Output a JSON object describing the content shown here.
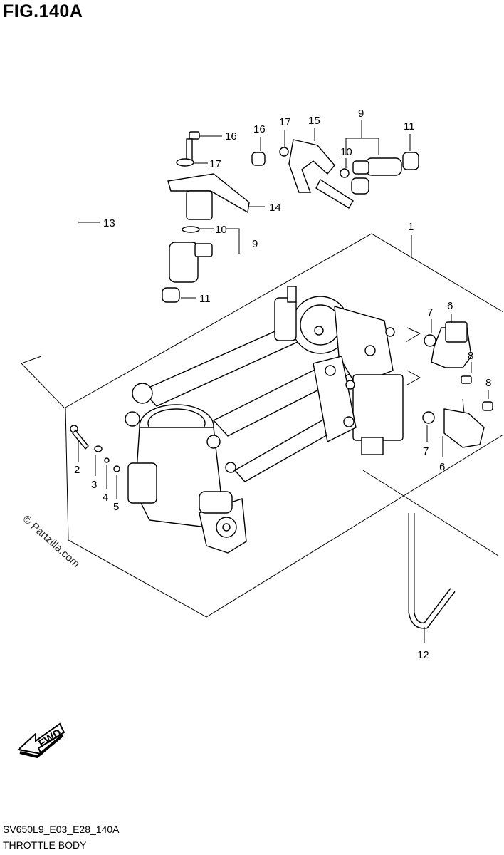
{
  "figure": {
    "title": "FIG.140A",
    "code": "SV650L9_E03_E28_140A",
    "name": "THROTTLE BODY",
    "watermark": "© Partzilla.com",
    "fwd_label": "FWD"
  },
  "callouts": {
    "p1": "1",
    "p2": "2",
    "p3": "3",
    "p4": "4",
    "p5": "5",
    "p6a": "6",
    "p6b": "6",
    "p7a": "7",
    "p7b": "7",
    "p8a": "8",
    "p8b": "8",
    "p9a": "9",
    "p9b": "9",
    "p10a": "10",
    "p10b": "10",
    "p11a": "11",
    "p11b": "11",
    "p12": "12",
    "p13": "13",
    "p14": "14",
    "p15": "15",
    "p16a": "16",
    "p16b": "16",
    "p17a": "17",
    "p17b": "17"
  }
}
